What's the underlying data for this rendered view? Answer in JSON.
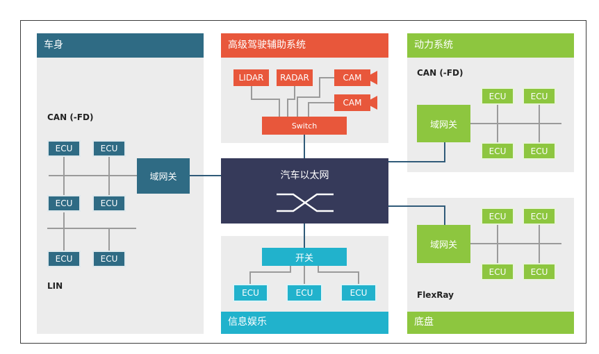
{
  "zones": {
    "body": "车身",
    "adas": "高级驾驶辅助系统",
    "powertrain": "动力系统",
    "infotainment": "信息娱乐",
    "chassis": "底盘"
  },
  "labels": {
    "can_fd_body": "CAN (-FD)",
    "lin": "LIN",
    "can_fd_power": "CAN (-FD)",
    "flexray": "FlexRay"
  },
  "nodes": {
    "ecu": "ECU",
    "gateway": "域网关",
    "lidar": "LIDAR",
    "radar": "RADAR",
    "cam": "CAM",
    "switch": "Switch",
    "ethernet": "汽车以太网",
    "hub": "开关"
  },
  "colors": {
    "body": "#2f6b84",
    "adas": "#e8573b",
    "powertrain": "#8dc63f",
    "infotainment": "#21b2cc",
    "ethernet": "#363a5a",
    "bus_line": "#9a9a9a"
  }
}
